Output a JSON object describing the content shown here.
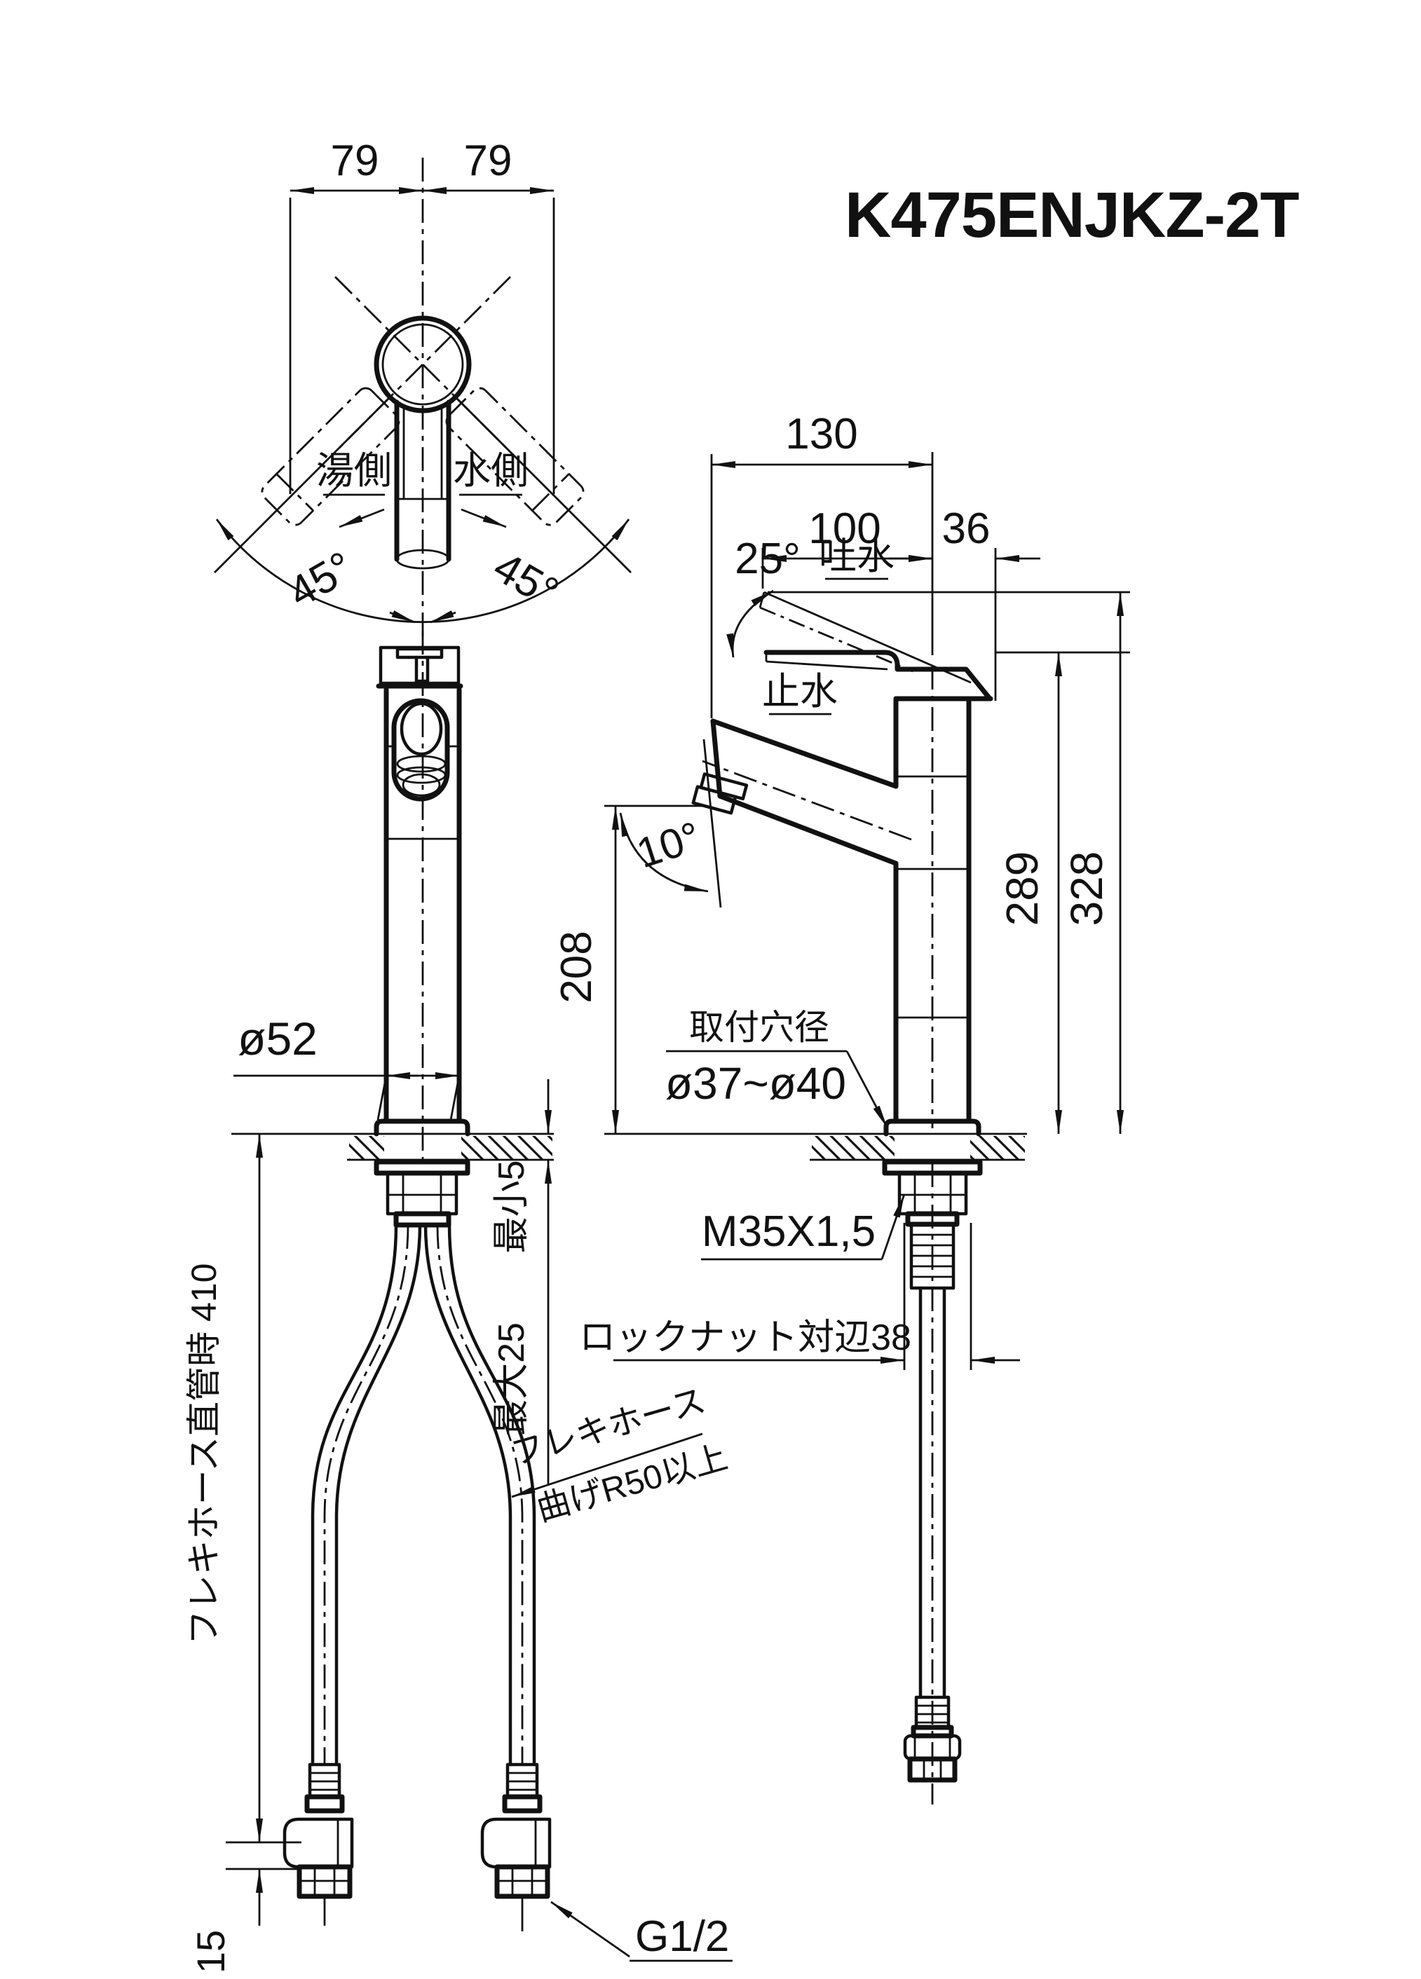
{
  "title": "K475ENJKZ-2T",
  "top_view": {
    "dim_left": "79",
    "dim_right": "79",
    "angle_left": "45°",
    "angle_right": "45°",
    "hot_side": "湯側",
    "cold_side": "水側"
  },
  "side_view": {
    "dim_130": "130",
    "dim_100": "100",
    "dim_36": "36",
    "lever_angle": "25°",
    "discharge": "吐水",
    "stop": "止水",
    "spout_angle": "10°",
    "dim_208": "208",
    "dim_289": "289",
    "dim_328": "328",
    "hole_label": "取付穴径",
    "hole_dia": "ø37~ø40",
    "thread": "M35X1,5",
    "locknut": "ロックナット対辺38"
  },
  "front_view": {
    "dia_52": "ø52",
    "min_5": "最小5",
    "max_25": "最大25",
    "hose_straight": "フレキホース直管時 410",
    "hose_note_1": "フレキホース",
    "hose_note_2": "曲げR50以上",
    "dim_15": "15",
    "thread_g": "G1/2"
  },
  "colors": {
    "line": "#111111",
    "background": "#ffffff"
  }
}
